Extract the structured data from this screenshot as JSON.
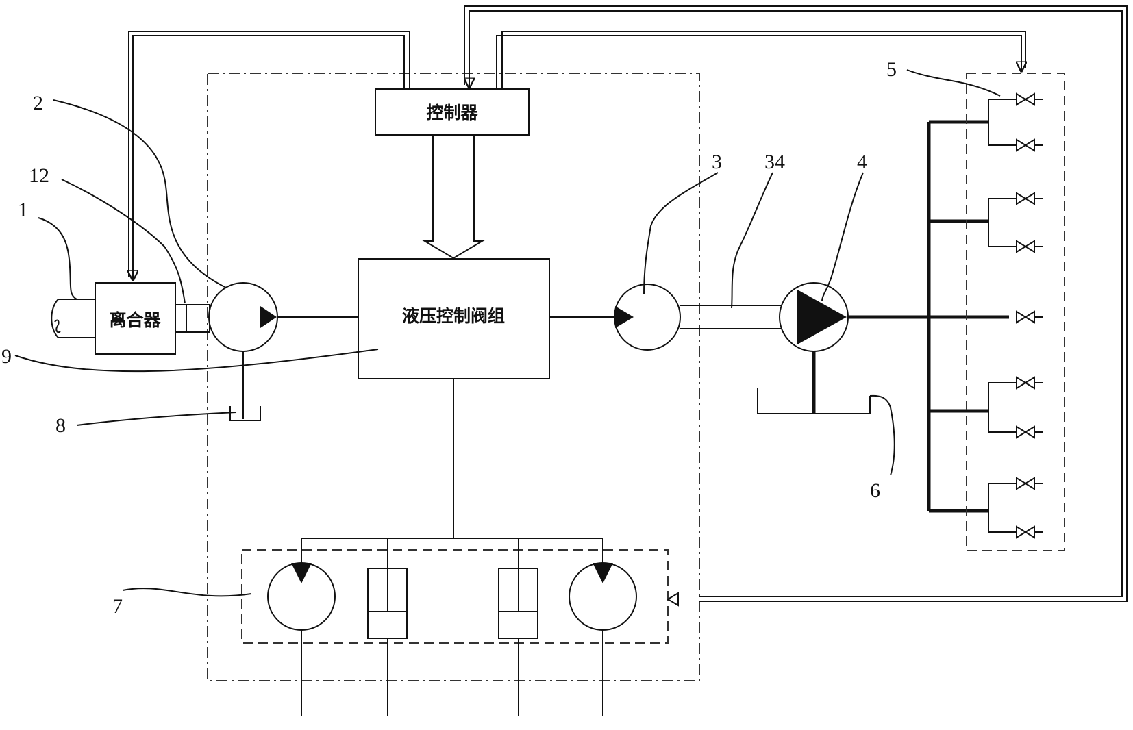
{
  "blocks": {
    "controller": "控制器",
    "valve_group": "液压控制阀组",
    "clutch": "离合器"
  },
  "labels": {
    "l1": "1",
    "l2": "2",
    "l3": "3",
    "l4": "4",
    "l5": "5",
    "l6": "6",
    "l7": "7",
    "l8": "8",
    "l9": "9",
    "l12": "12",
    "l34": "34"
  }
}
